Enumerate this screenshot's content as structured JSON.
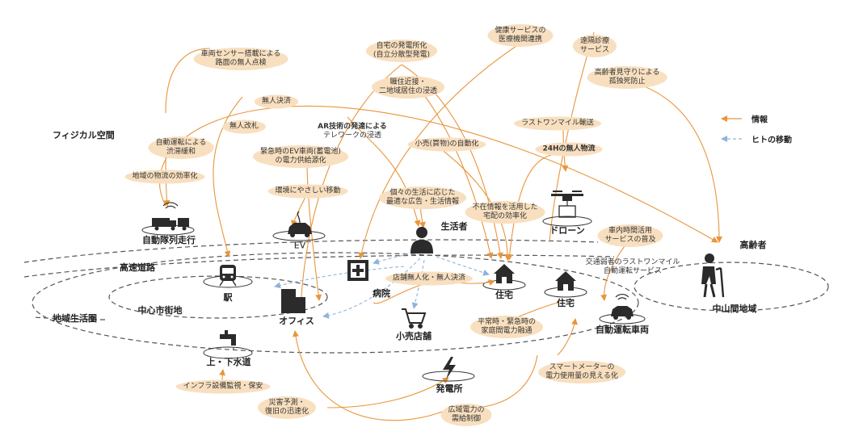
{
  "colors": {
    "info": "#e9953b",
    "people": "#8fb3d9",
    "label_bg": "#f8dfbf",
    "icon": "#2b2b2b"
  },
  "legend": {
    "info": "情報",
    "people": "ヒトの移動"
  },
  "regions": {
    "physical": "フィジカル空間",
    "highway": "高速道路",
    "local": "地域生活圏",
    "city_center": "中心市街地",
    "rural": "中山間地域"
  },
  "nodes": {
    "platoon": "自動隊列走行",
    "ev": "EV",
    "drone": "ドローン",
    "consumer": "生活者",
    "elderly": "高齢者",
    "station": "駅",
    "hospital": "病院",
    "office": "オフィス",
    "retail": "小売店舗",
    "house1": "住宅",
    "house2": "住宅",
    "autocar": "自動運転車両",
    "water": "上・下水道",
    "power": "発電所"
  },
  "labels": {
    "sensor": [
      "車両センサー搭載による",
      "路面の無人点検"
    ],
    "home_power": [
      "自宅の発電所化",
      "(自立分散型発電)"
    ],
    "health": [
      "健康サービスの",
      "医療機関連携"
    ],
    "remote_care": [
      "遠隔診療",
      "サービス"
    ],
    "watch": [
      "高齢者見守りによる",
      "孤独死防止"
    ],
    "work_life": [
      "職住近接・",
      "二地域居住の浸透"
    ],
    "unmanned_pay": [
      "無人決済"
    ],
    "unmanned_gate": [
      "無人改札"
    ],
    "ar": [
      "AR技術の発達による",
      "テレワークの浸透"
    ],
    "congestion": [
      "自動運転による",
      "渋滞緩和"
    ],
    "logistics": [
      "地域の物流の効率化"
    ],
    "ev_power": [
      "緊急時のEV車両(蓄電池)",
      "の電力供給源化"
    ],
    "eco_move": [
      "環境にやさしい移動"
    ],
    "retail_auto": [
      "小売(買物)の自動化"
    ],
    "ads": [
      "個々の生活に応じた",
      "最適な広告・生活情報"
    ],
    "last_mile": [
      "ラストワンマイル輸送"
    ],
    "h24": [
      "24Hの無人物流"
    ],
    "delivery": [
      "不在情報を活用した",
      "宅配の効率化"
    ],
    "in_car": [
      "車内時間活用",
      "サービスの普及"
    ],
    "mobility": [
      "交通弱者のラストワンマイル",
      "自動運転サービス"
    ],
    "store_unmanned": [
      "店舗無人化・無人決済"
    ],
    "home_energy": [
      "平常時・緊急時の",
      "家庭間電力融通"
    ],
    "smart_meter": [
      "スマートメーターの",
      "電力使用量の見える化"
    ],
    "infra": [
      "インフラ設備監視・保安"
    ],
    "disaster": [
      "災害予測・",
      "復旧の迅速化"
    ],
    "grid": [
      "広域電力の",
      "需給制御"
    ]
  }
}
